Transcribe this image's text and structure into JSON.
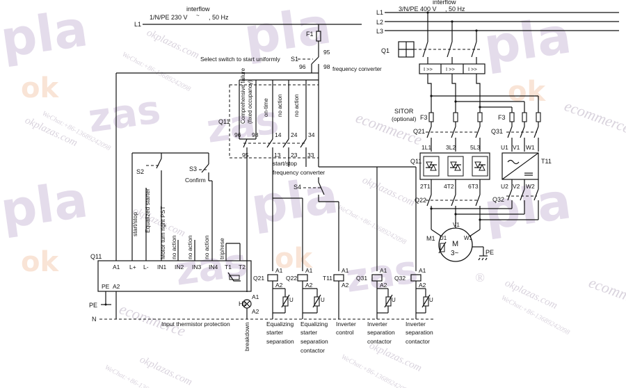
{
  "watermark": {
    "brand_top": "pla",
    "brand_mid": "zas",
    "brand_o": "ok",
    "url": "okplazas.com",
    "wechat": "WeChat:+86-13689242098",
    "ecommerce": "ecommerce",
    "reg": "®"
  },
  "left_supply": {
    "line": "L1",
    "spec_a": "1/N/PE 230 V",
    "spec_b": ", 50 Hz",
    "interflow": "interflow",
    "neutral": "N",
    "pe": "PE"
  },
  "right_supply": {
    "spec_a": "3/N/PE 400 V",
    "spec_b": ", 50 Hz",
    "interflow": "interflow",
    "lines": [
      "L1",
      "L2",
      "L3"
    ]
  },
  "fuse": {
    "label": "F1"
  },
  "select_switch": {
    "text": "Select switch to start uniformly",
    "label": "S1",
    "t95": "95",
    "t96": "96",
    "t98": "98",
    "fc": "frequency converter"
  },
  "relay_block": {
    "label": "Q11",
    "columns": [
      "Comprehensive failure",
      "(fixed occupancy)",
      "on-time",
      "no action",
      "no action"
    ],
    "top_terms": [
      "96",
      "98",
      "14",
      "24",
      "34"
    ],
    "bottom_terms": [
      "95",
      "13",
      "23",
      "33"
    ]
  },
  "start_stop": {
    "a": "start/stop",
    "b": "frequency converter",
    "s4": "S4"
  },
  "controller": {
    "label": "Q11",
    "s2": "S2",
    "s3": "S3",
    "confirm": "Confirm",
    "inputs": [
      "start/stop",
      "Equalized starter",
      "Motor turn right PST",
      "no action",
      "no action",
      "no action",
      "trip/rese"
    ],
    "terms": [
      "A1",
      "L+",
      "L-",
      "IN1",
      "IN2",
      "IN3",
      "IN4",
      "T1",
      "T2"
    ],
    "pe": "PE",
    "a2": "A2"
  },
  "lamp": {
    "label": "H1",
    "a1": "A1",
    "a2": "A2",
    "caption": "breakdown"
  },
  "coils": [
    {
      "label": "Q21",
      "caption": [
        "Equalizing",
        "starter",
        "separation"
      ]
    },
    {
      "label": "Q22",
      "caption": [
        "Equalizing",
        "starter",
        "separation",
        "contactor"
      ]
    },
    {
      "label": "T11",
      "caption": [
        "Inverter",
        "control"
      ]
    },
    {
      "label": "Q31",
      "caption": [
        "Inverter",
        "separation",
        "contactor"
      ]
    },
    {
      "label": "Q32",
      "caption": [
        "Inverter",
        "separation",
        "contactor"
      ]
    }
  ],
  "coil_terms": {
    "a1": "A1",
    "a2": "A2",
    "u": "U"
  },
  "thermistor": "Input thermistor protection",
  "power": {
    "q1": "Q1",
    "sitor": "SITOR",
    "optional": "(optional)",
    "f3": "F3",
    "q21": "Q21",
    "q31": "Q31",
    "q11": "Q11",
    "q22": "Q22",
    "q32": "Q32",
    "t11": "T11",
    "m1": "M1",
    "pe": "PE",
    "relay": "I >>",
    "top_terms": [
      "1L1",
      "3L2",
      "5L3",
      "U1",
      "V1",
      "W1"
    ],
    "bot_terms": [
      "2T1",
      "4T2",
      "6T3",
      "U2",
      "V2",
      "W2"
    ],
    "motor_m": "M",
    "motor_3": "3~",
    "motor_terms": [
      "V1",
      "U1",
      "W1"
    ]
  }
}
